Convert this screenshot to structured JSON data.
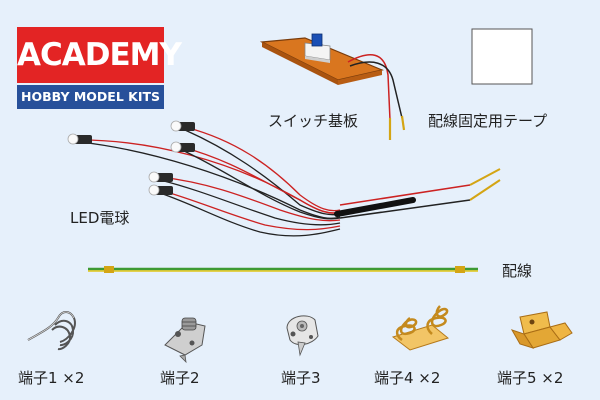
{
  "brand": {
    "name": "ACADEMY",
    "subtitle": "HOBBY MODEL KITS",
    "colors": {
      "red": "#e32424",
      "blue": "#27509a"
    }
  },
  "parts": {
    "switch_board": "スイッチ基板",
    "tape": "配線固定用テープ",
    "led": "LED電球",
    "wire": "配線",
    "terminal1": "端子1 ×2",
    "terminal2": "端子2",
    "terminal3": "端子3",
    "terminal4": "端子4 ×2",
    "terminal5": "端子5 ×2"
  },
  "background_color": "#e6f0fb"
}
